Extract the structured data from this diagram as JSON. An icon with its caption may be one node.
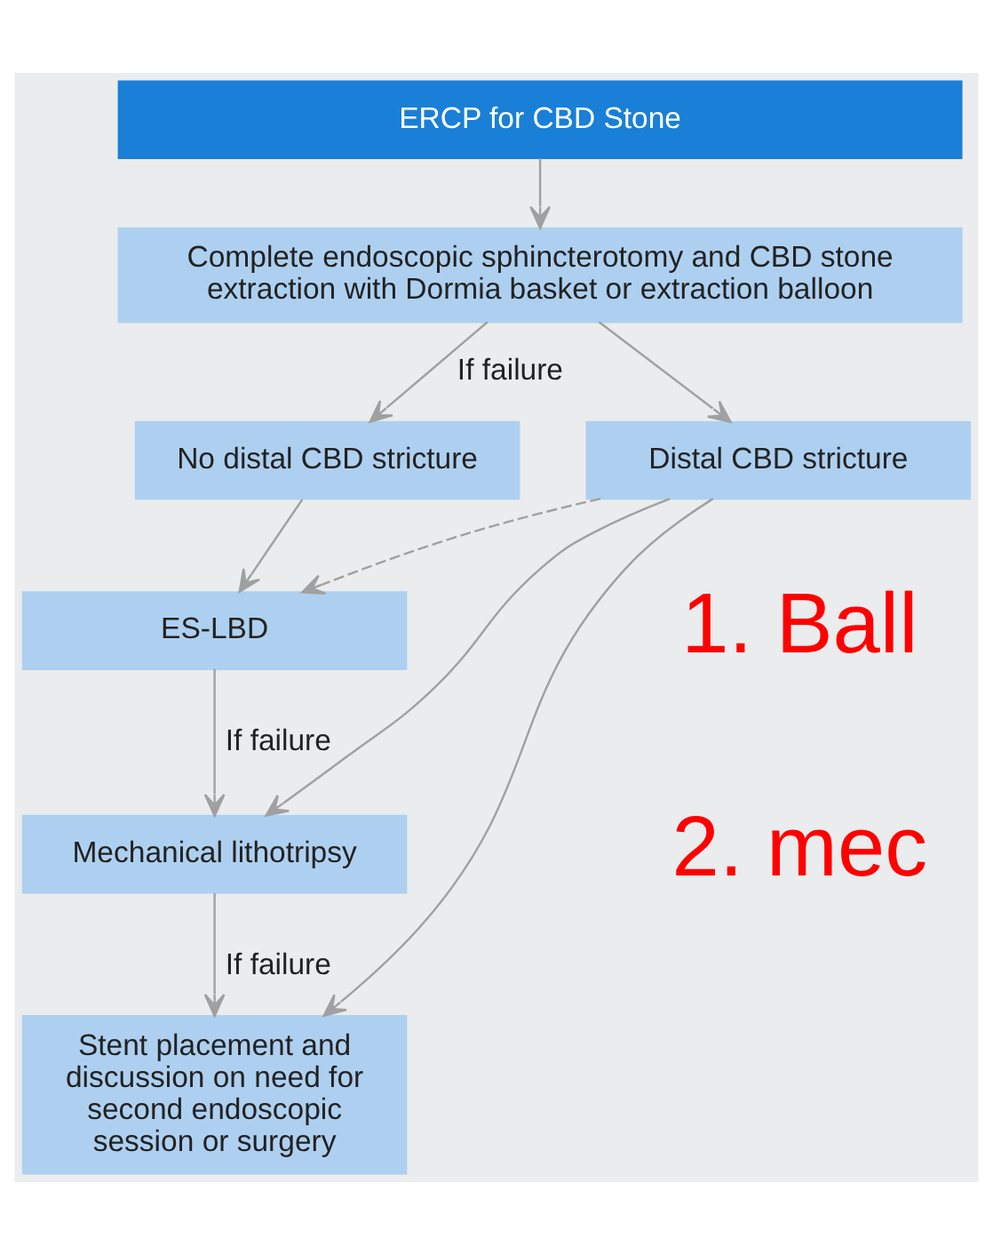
{
  "diagram": {
    "nodes": [
      {
        "text": [
          "ERCP for CBD Stone"
        ]
      },
      {
        "text": [
          "Complete endoscopic sphincterotomy and CBD stone extraction with Dormia basket or extraction balloon"
        ]
      },
      {
        "text": [
          "No distal CBD stricture"
        ]
      },
      {
        "text": [
          "Distal CBD stricture"
        ]
      },
      {
        "text": [
          "ES-LBD"
        ]
      },
      {
        "text": [
          "Mechanical lithotripsy"
        ]
      },
      {
        "text": [
          "Stent placement and discussion on need for second endoscopic session or surgery"
        ]
      }
    ],
    "edges": [
      {
        "from": 0,
        "to": 1,
        "arrow": "to"
      },
      {
        "from": 1,
        "to": 2,
        "arrow": "to",
        "label": "If failure"
      },
      {
        "from": 1,
        "to": 3,
        "arrow": "to"
      },
      {
        "from": 2,
        "to": 4,
        "arrow": "to"
      },
      {
        "from": 3,
        "to": 4,
        "arrow": "to",
        "style": "dashed"
      },
      {
        "from": 4,
        "to": 5,
        "arrow": "to",
        "label": "If failure"
      },
      {
        "from": 3,
        "to": 5,
        "arrow": "to"
      },
      {
        "from": 5,
        "to": 6,
        "arrow": "to",
        "label": "If failure"
      },
      {
        "from": 3,
        "to": 6,
        "arrow": "to"
      }
    ],
    "labels": [
      "1. Ball",
      "2. mec"
    ]
  }
}
